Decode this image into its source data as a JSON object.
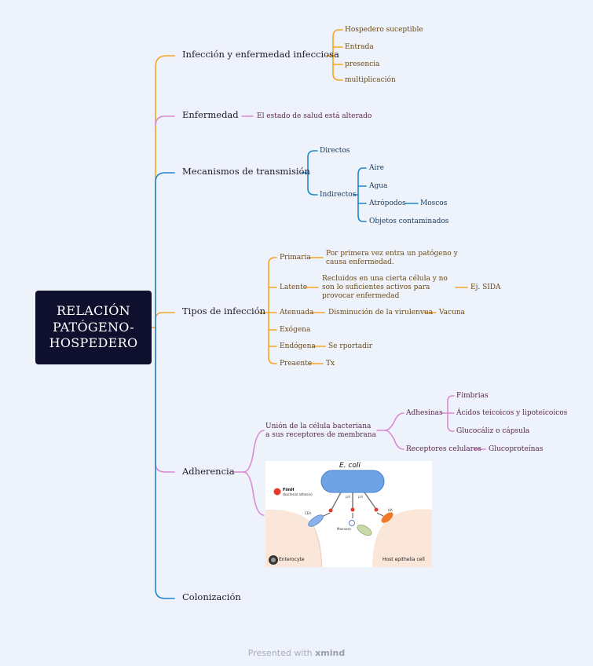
{
  "central": {
    "lines": [
      "RELACIÓN",
      "PATÓGENO-",
      "HOSPEDERO"
    ]
  },
  "branches": {
    "infeccion": {
      "label": "Infección y enfermedad infecciosa",
      "children": [
        "Hospedero suceptible",
        "Entrada",
        "presencia",
        "multiplicación"
      ]
    },
    "enfermedad": {
      "label": "Enfermedad",
      "child": "El estado de salud está alterado"
    },
    "mecanismos": {
      "label": "Mecanismos de transmisión",
      "directos": "Directos",
      "indirectos": "Indirectos",
      "indirectos_children": [
        "Aire",
        "Agua",
        "Atrópodos",
        "Objetos contaminados"
      ],
      "atropodos_child": "Moscos"
    },
    "tipos": {
      "label": "Tipos de infección",
      "primaria": "Primaria",
      "primaria_desc": "Por primera vez entra un patógeno y causa enfermedad.",
      "latente": "Latente",
      "latente_desc": "Recluidos en una cierta célula y no son lo suficientes activos para provocar enfermedad",
      "latente_ej": "Ej. SIDA",
      "atenuada": "Atenuada",
      "atenuada_desc": "Disminución de la virulenvua",
      "atenuada_ej": "Vacuna",
      "exogena": "Exógena",
      "endogena": "Endógena",
      "endogena_desc": "Se rportadir",
      "preaente": "Preaente",
      "preaente_desc": "Tx"
    },
    "adherencia": {
      "label": "Adherencia",
      "union": "Unión de la célula bacteriana a sus receptores de membrana",
      "adhesinas": "Adhesinas",
      "adhesinas_children": [
        "Fimbrias",
        "Ácidos teicoicos y lipoteicoicos",
        "Glucocáliz o cápsula"
      ],
      "receptores": "Receptores celulares",
      "receptores_child": "Glucoproteínas",
      "figure": {
        "title": "E. coli",
        "legend": "FimH",
        "legend_sub": "(bacterial adhesin)",
        "pili_left": "pili",
        "pili_right": "pili",
        "receptor_left": "CEA",
        "receptor_mid": "Mannose",
        "receptor_right": "HA",
        "host_left": "Enterocyte",
        "host_right": "Host epithelia cell"
      }
    },
    "colonizacion": {
      "label": "Colonización"
    }
  },
  "colors": {
    "orange": "#f5a623",
    "pink": "#d98ad0",
    "blue": "#1f86c9",
    "central_bg": "#0f0f2e"
  },
  "footer": {
    "prefix": "Presented with",
    "brand": "xmind"
  }
}
